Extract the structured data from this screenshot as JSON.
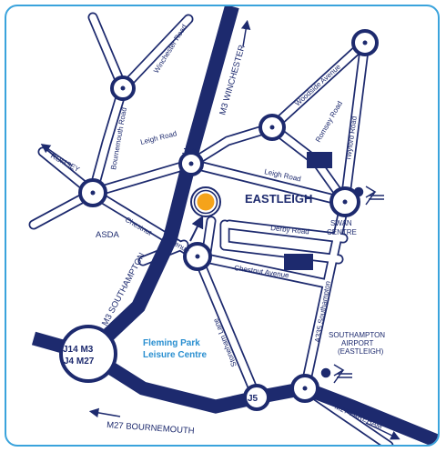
{
  "map": {
    "colors": {
      "road_outline": "#1d2a6e",
      "motorway": "#1d2a6e",
      "frame": "#3aa3dc",
      "leisure_label": "#2a8fd0",
      "location_marker": "#f5a31a"
    },
    "town": "EASTLEIGH",
    "places": {
      "swan_centre": [
        "SWAN",
        "CENTRE"
      ],
      "asda": "ASDA",
      "leisure_centre": [
        "Fleming Park",
        "Leisure Centre"
      ],
      "airport": [
        "SOUTHAMPTON",
        "AIRPORT",
        "(EASTLEIGH)"
      ]
    },
    "roads": {
      "winchester_road": "Winchester Road",
      "m3_winchester": "M3 WINCHESTER",
      "bournemouth_road": "Bournemouth Road",
      "leigh_road_west": "Leigh Road",
      "leigh_road_east": "Leigh Road",
      "woodside_avenue": "Woodside Avenue",
      "romsey_road": "Romsey Road",
      "twyford_road": "Twyford Road",
      "romsey": "ROMSEY",
      "chestnut_west": "Chestnut",
      "avenue_west": "Avenue",
      "derby_road": "Derby Road",
      "chestnut_avenue": "Chestnut Avenue",
      "m3_southampton": "M3 SOUTHAMPTON",
      "a335_southampton": "A335 Southampton",
      "stoneham_lane": "Stoneham Lane",
      "m27_bournemouth": "M27 BOURNEMOUTH",
      "m27_fareham": "M27 FAREHAM"
    },
    "junctions": {
      "j13": "J13",
      "j14": [
        "J14 M3",
        "J4 M27"
      ],
      "j5": "J5"
    },
    "icons": [
      "railway-station-icon",
      "airport-railway-icon",
      "location-marker-icon"
    ]
  }
}
